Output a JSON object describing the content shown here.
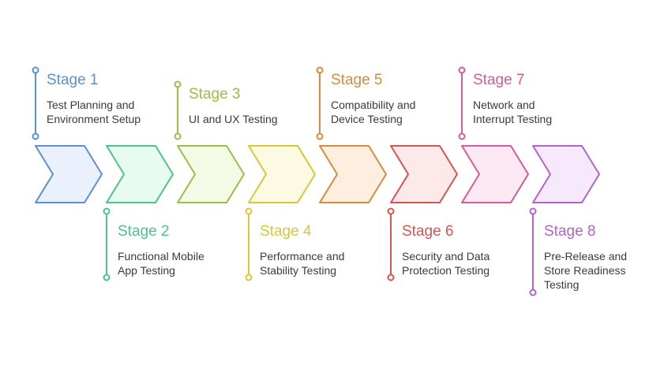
{
  "stages": [
    {
      "title": "Stage 1",
      "lines": [
        "Test Planning and",
        "Environment Setup"
      ],
      "color": "#5b8fd6",
      "fill": "#eaf1fc"
    },
    {
      "title": "Stage 2",
      "lines": [
        "Functional Mobile",
        "App Testing"
      ],
      "color": "#4cc48c",
      "fill": "#e8fbf1"
    },
    {
      "title": "Stage 3",
      "lines": [
        "UI and UX Testing"
      ],
      "color": "#9bbf45",
      "fill": "#f3fae6"
    },
    {
      "title": "Stage 4",
      "lines": [
        "Performance and",
        "Stability Testing"
      ],
      "color": "#d9c738",
      "fill": "#fdfae3"
    },
    {
      "title": "Stage 5",
      "lines": [
        "Compatibility and",
        "Device Testing"
      ],
      "color": "#d98a3c",
      "fill": "#fdeee0"
    },
    {
      "title": "Stage 6",
      "lines": [
        "Security and Data",
        "Protection Testing"
      ],
      "color": "#d9534f",
      "fill": "#fde9e9"
    },
    {
      "title": "Stage 7",
      "lines": [
        "Network and",
        "Interrupt Testing"
      ],
      "color": "#d65b97",
      "fill": "#fde9f3"
    },
    {
      "title": "Stage 8",
      "lines": [
        "Pre-Release and",
        "Store Readiness",
        "Testing"
      ],
      "color": "#b263cf",
      "fill": "#f5e9fb"
    }
  ]
}
